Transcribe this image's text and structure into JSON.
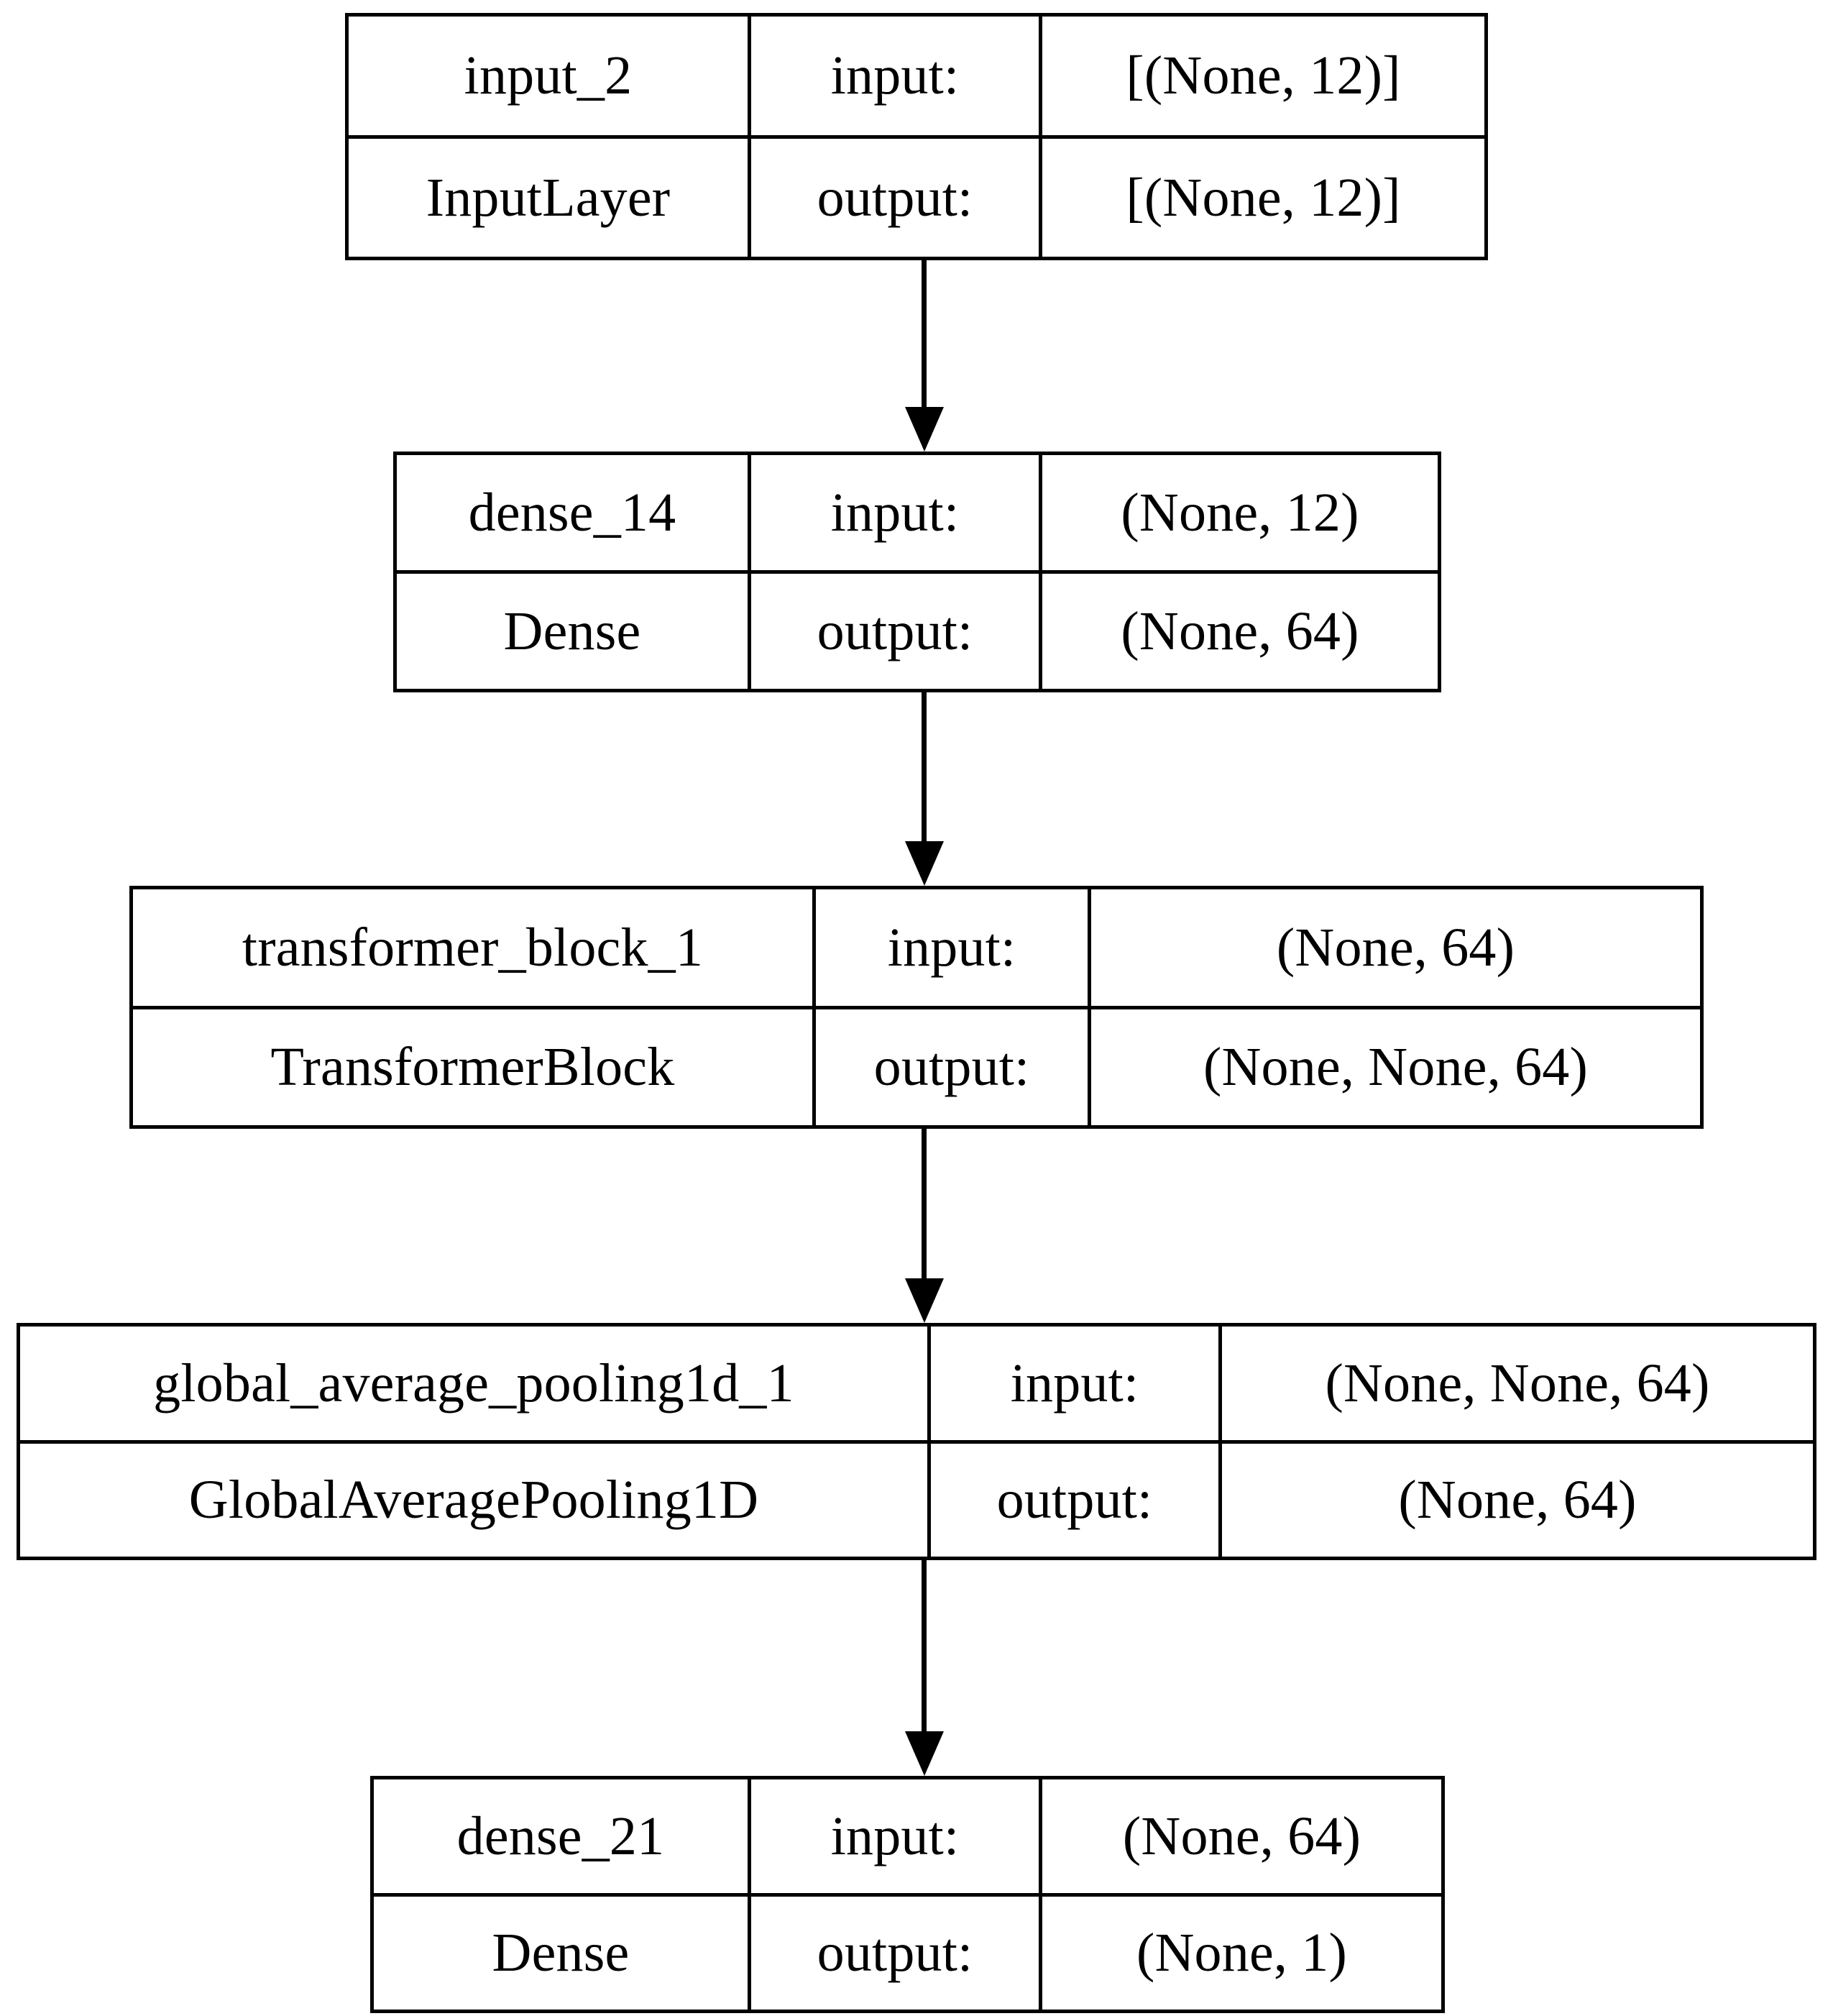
{
  "diagram": {
    "title": "Keras model architecture graph",
    "orientation": "top-to-bottom",
    "colors": {
      "background": "#ffffff",
      "border": "#000000",
      "text": "#000000",
      "arrow": "#000000"
    },
    "row_keys": {
      "input": "input:",
      "output": "output:"
    },
    "nodes": [
      {
        "id": "input_2",
        "name": "input_2",
        "type": "InputLayer",
        "input_key": "input:",
        "output_key": "output:",
        "input_shape": "[(None, 12)]",
        "output_shape": "[(None, 12)]"
      },
      {
        "id": "dense_14",
        "name": "dense_14",
        "type": "Dense",
        "input_key": "input:",
        "output_key": "output:",
        "input_shape": "(None, 12)",
        "output_shape": "(None, 64)"
      },
      {
        "id": "transformer_block_1",
        "name": "transformer_block_1",
        "type": "TransformerBlock",
        "input_key": "input:",
        "output_key": "output:",
        "input_shape": "(None, 64)",
        "output_shape": "(None, None, 64)"
      },
      {
        "id": "global_average_pooling1d_1",
        "name": "global_average_pooling1d_1",
        "type": "GlobalAveragePooling1D",
        "input_key": "input:",
        "output_key": "output:",
        "input_shape": "(None, None, 64)",
        "output_shape": "(None, 64)"
      },
      {
        "id": "dense_21",
        "name": "dense_21",
        "type": "Dense",
        "input_key": "input:",
        "output_key": "output:",
        "input_shape": "(None, 64)",
        "output_shape": "(None, 1)"
      }
    ],
    "edges": [
      {
        "from": "input_2",
        "to": "dense_14"
      },
      {
        "from": "dense_14",
        "to": "transformer_block_1"
      },
      {
        "from": "transformer_block_1",
        "to": "global_average_pooling1d_1"
      },
      {
        "from": "global_average_pooling1d_1",
        "to": "dense_21"
      }
    ]
  }
}
